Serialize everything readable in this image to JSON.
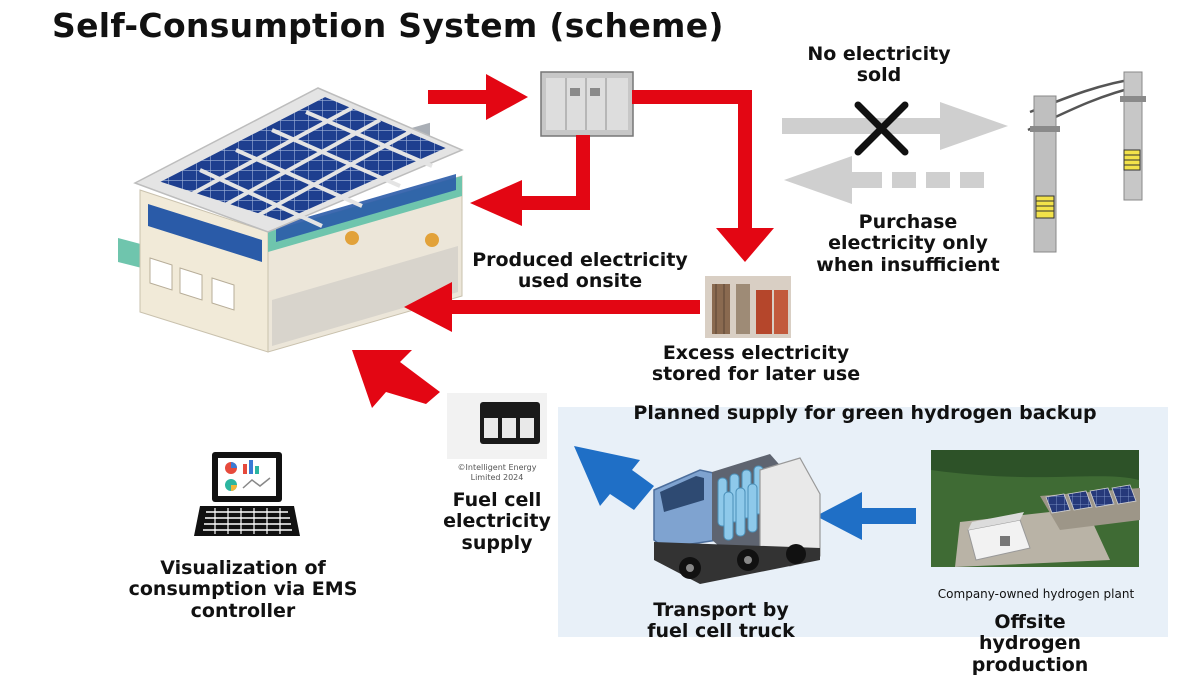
{
  "title": "Self-Consumption System (scheme)",
  "labels": {
    "no_sold_line1": "No electricity",
    "no_sold_line2": "sold",
    "purchase_line1": "Purchase",
    "purchase_line2": "electricity only",
    "purchase_line3": "when insufficient",
    "produced_line1": "Produced electricity",
    "produced_line2": "used onsite",
    "excess_line1": "Excess electricity",
    "excess_line2": "stored for later use",
    "planned": "Planned supply for green hydrogen backup",
    "copyright_line1": "©Intelligent Energy",
    "copyright_line2": "Limited 2024",
    "fuelcell_line1": "Fuel cell",
    "fuelcell_line2": "electricity",
    "fuelcell_line3": "supply",
    "visual_line1": "Visualization of",
    "visual_line2": "consumption via EMS",
    "visual_line3": "controller",
    "transport_line1": "Transport by",
    "transport_line2": "fuel cell truck",
    "plant_caption": "Company-owned hydrogen plant",
    "offsite_line1": "Offsite",
    "offsite_line2": "hydrogen",
    "offsite_line3": "production"
  },
  "colors": {
    "flow_red": "#e30613",
    "hydrogen_blue": "#1f6fc6",
    "grid_gray": "#cfcfcf",
    "panel_bg": "#e8f0f8"
  },
  "icons": [
    "factory-icon",
    "inverter-icon",
    "utility-pole-icon",
    "battery-storage-icon",
    "fuel-cell-icon",
    "laptop-icon",
    "fuel-cell-truck-icon",
    "hydrogen-plant-icon",
    "cross-icon"
  ]
}
